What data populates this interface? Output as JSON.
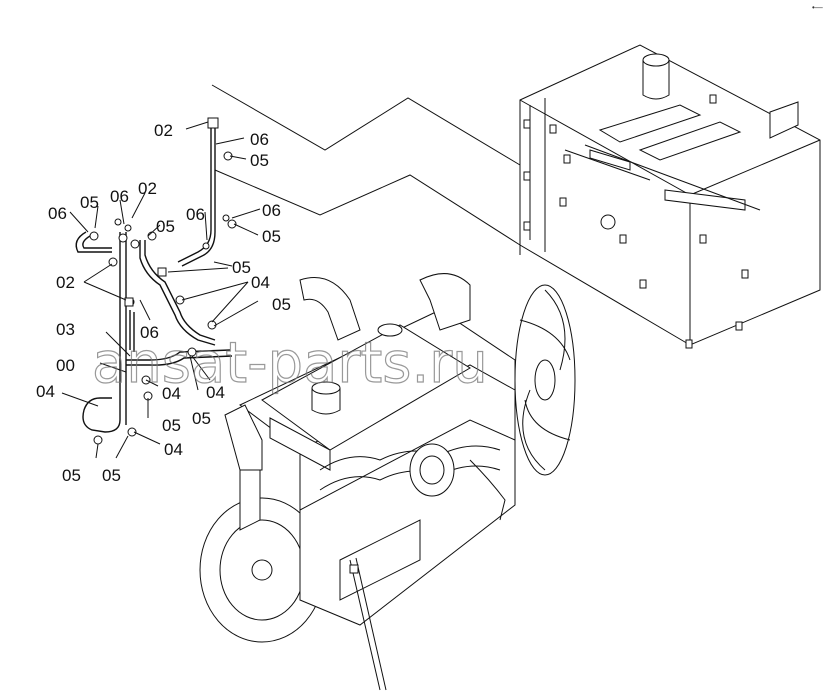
{
  "corner_mark": "•—",
  "watermark": "ansat-parts.ru",
  "callouts": [
    {
      "id": "c1",
      "text": "02"
    },
    {
      "id": "c2",
      "text": "06"
    },
    {
      "id": "c3",
      "text": "05"
    },
    {
      "id": "c4",
      "text": "06"
    },
    {
      "id": "c5",
      "text": "05"
    },
    {
      "id": "c6",
      "text": "06"
    },
    {
      "id": "c7",
      "text": "02"
    },
    {
      "id": "c8",
      "text": "05"
    },
    {
      "id": "c9",
      "text": "06"
    },
    {
      "id": "c10",
      "text": "06"
    },
    {
      "id": "c11",
      "text": "05"
    },
    {
      "id": "c12",
      "text": "05"
    },
    {
      "id": "c13",
      "text": "04"
    },
    {
      "id": "c14",
      "text": "02"
    },
    {
      "id": "c15",
      "text": "05"
    },
    {
      "id": "c16",
      "text": "06"
    },
    {
      "id": "c17",
      "text": "03"
    },
    {
      "id": "c18",
      "text": "00"
    },
    {
      "id": "c19",
      "text": "04"
    },
    {
      "id": "c20",
      "text": "04"
    },
    {
      "id": "c21",
      "text": "04"
    },
    {
      "id": "c22",
      "text": "05"
    },
    {
      "id": "c23",
      "text": "05"
    },
    {
      "id": "c24",
      "text": "04"
    },
    {
      "id": "c25",
      "text": "05"
    },
    {
      "id": "c26",
      "text": "05"
    }
  ]
}
